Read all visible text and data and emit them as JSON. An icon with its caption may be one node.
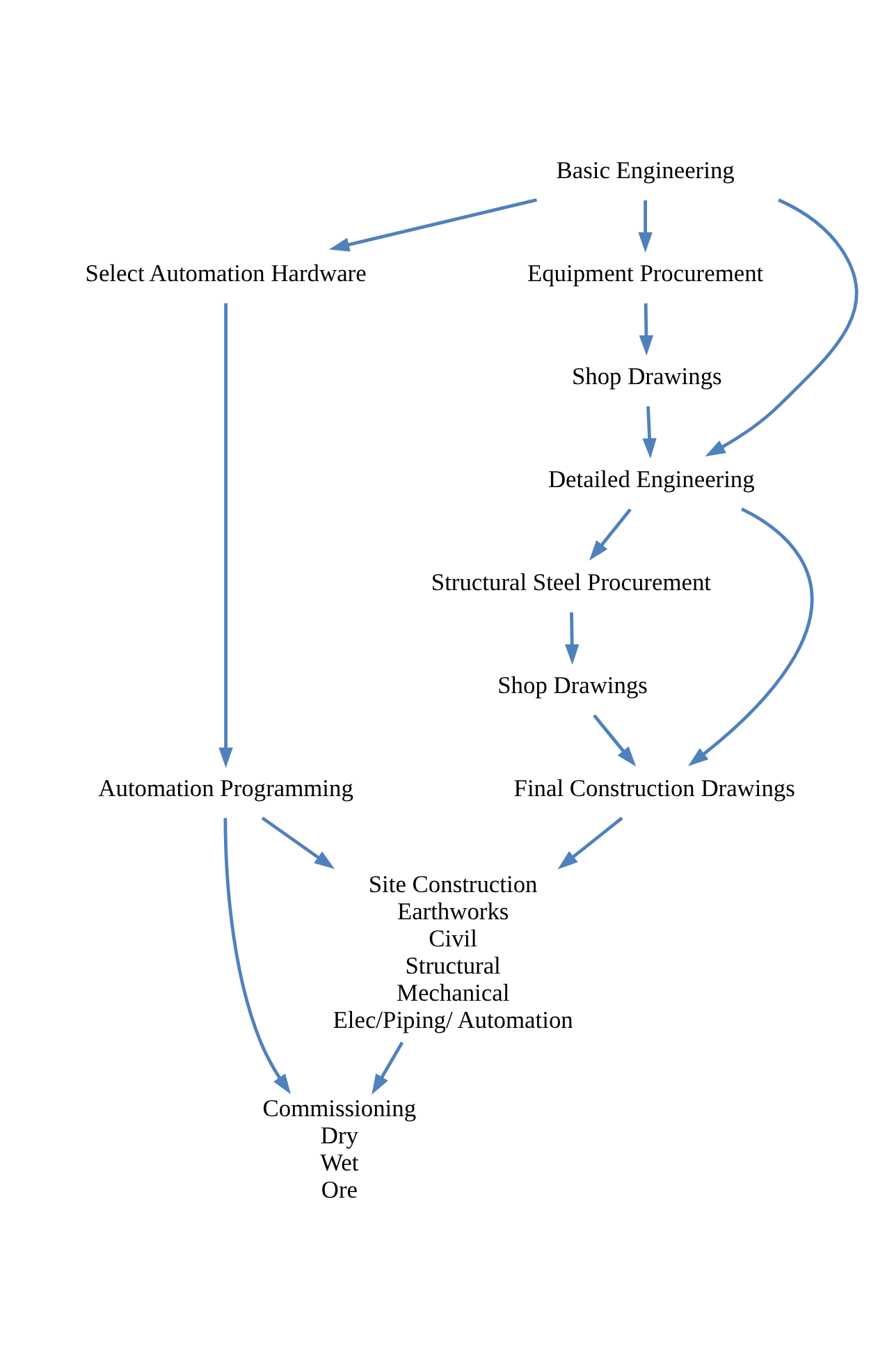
{
  "diagram": {
    "nodes": [
      {
        "text": [
          "Basic Engineering"
        ]
      },
      {
        "text": [
          "Select Automation Hardware"
        ]
      },
      {
        "text": [
          "Equipment Procurement"
        ]
      },
      {
        "text": [
          "Shop Drawings"
        ]
      },
      {
        "text": [
          "Detailed Engineering"
        ]
      },
      {
        "text": [
          "Automation Programming"
        ]
      },
      {
        "text": [
          "Structural Steel Procurement"
        ]
      },
      {
        "text": [
          "Shop Drawings"
        ]
      },
      {
        "text": [
          "Final Construction Drawings"
        ]
      },
      {
        "text": [
          "Site Construction",
          "Earthworks",
          "Civil",
          "Structural",
          "Mechanical",
          "Elec/Piping/ Automation"
        ]
      },
      {
        "text": [
          "Commissioning",
          "Dry",
          "Wet",
          "Ore"
        ]
      }
    ],
    "edges": [
      {
        "from": 0,
        "to": 1,
        "arrow": "to"
      },
      {
        "from": 0,
        "to": 4,
        "arrow": "to"
      },
      {
        "from": 0,
        "to": 2,
        "arrow": "to"
      },
      {
        "from": 2,
        "to": 3,
        "arrow": "to"
      },
      {
        "from": 3,
        "to": 4,
        "arrow": "to"
      },
      {
        "from": 1,
        "to": 5,
        "arrow": "to"
      },
      {
        "from": 4,
        "to": 6,
        "arrow": "to"
      },
      {
        "from": 4,
        "to": 8,
        "arrow": "to"
      },
      {
        "from": 6,
        "to": 7,
        "arrow": "to"
      },
      {
        "from": 7,
        "to": 8,
        "arrow": "to"
      },
      {
        "from": 8,
        "to": 9,
        "arrow": "to"
      },
      {
        "from": 5,
        "to": 9,
        "arrow": "to"
      },
      {
        "from": 5,
        "to": 10,
        "arrow": "to"
      },
      {
        "from": 9,
        "to": 10,
        "arrow": "to"
      }
    ]
  }
}
